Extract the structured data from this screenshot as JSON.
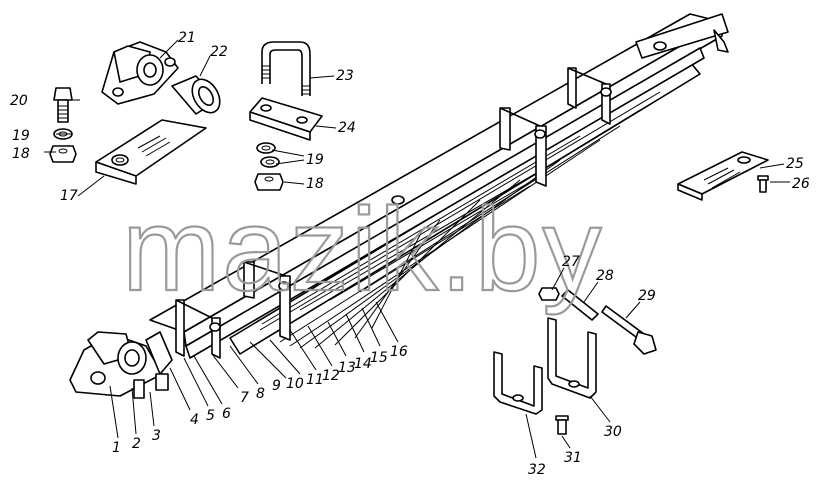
{
  "watermark": "mazik.by",
  "callouts": {
    "n1": "1",
    "n2": "2",
    "n3": "3",
    "n4": "4",
    "n5": "5",
    "n6": "6",
    "n7": "7",
    "n8": "8",
    "n9": "9",
    "n10": "10",
    "n11": "11",
    "n12": "12",
    "n13": "13",
    "n14": "14",
    "n15": "15",
    "n16": "16",
    "n17": "17",
    "n18a": "18",
    "n18b": "18",
    "n19a": "19",
    "n19b": "19",
    "n20": "20",
    "n21": "21",
    "n22": "22",
    "n23": "23",
    "n24": "24",
    "n25": "25",
    "n26": "26",
    "n27": "27",
    "n28": "28",
    "n29": "29",
    "n30": "30",
    "n31": "31",
    "n32": "32"
  }
}
